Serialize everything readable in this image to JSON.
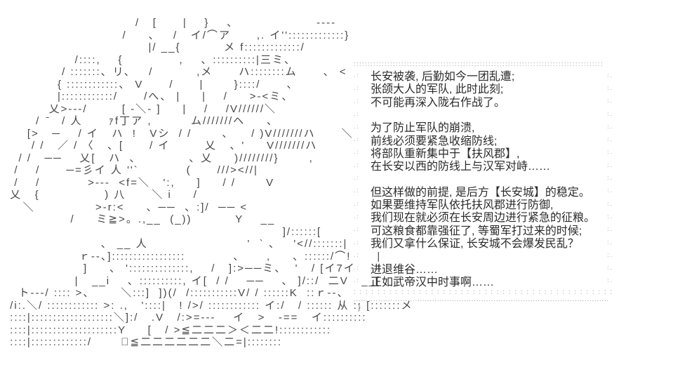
{
  "colors": {
    "background": "#ffffff",
    "ascii_art": "#474747",
    "dialogue_text": "#2b2b2b",
    "border_dots": "#8f8f8f"
  },
  "ascii_art": {
    "lines": [
      "                              /   [      |    }    、                  ----",
      "                           /     、   /   イ/⌒ア      ,. イ'':::::::::::::}",
      "                                 |/ __{          メ f:::::::::::::/",
      "                /::::,    {             ,    、::::::::::|三ミ、",
      "             / :::::::、リ、   /          ,メ      ハ::::::::ム      、 <",
      "            { ::::::::::::、 V      /      |       }::::/      、",
      "            |::::::::::::/      /へ、 |     |    /     >-<ミ、",
      "          乂>---/        [ -＼- ]     |    /    /V//////＼",
      "       /  ̄   / 人      ｧf丁ア ,         ム///////ヘ     、",
      "     [>   ─    / イ   ハ  !   Vシ  / /       、    / )V///////ハ      ＼",
      "      / /   ／ / 〈   、[      / イ        乂   、'     V///////ハ",
      "   / /   ──    乂[   ハ  、           、乂     )////////}       ,",
      "  /    /      ─=彡イ 人 ''`           (      ///><//|",
      "  /    /           >---  <f=＼   ':,     ]     / /       V",
      " 乂   {               ) 八      ＼ i     /",
      "    ＼              >-r:<     、──  、:]/  ── <",
      "               /     ミ≧>。.,__  (_))          Y    __",
      "                                                                ]/::::::[",
      "                      、 __ 人                       '  ` 、   '<//:::::::|",
      "                 ｒ--、]:::::::::::::::::           、     ,     、::::::/⌒!      |",
      "                  ]     、 '::::::::::::::,    /   ]:>──ミ、  '   / [イ7イ     !",
      "                |   __i    、::::::::::, イ[  / /    ──    、 ]/::/  二V   __[",
      "   ト---/ :::: >、      ＼:::]  ])(/  /:::::::::::V/ / ::::::K  ::ｒ--、",
      " /i:.＼/ :::::::::::: >: .,   '::::|   ! />/ :::::::::::: イ:/   / :::::: 从 :: [:::::::メ",
      " ::::|:::::::::::::::::::＼]:/   .V   /:>=---    イ   >   -==   イ::::::::::",
      " ::::|::::::::::::::::::::Y     [   / >≦二二二＞＜二二!::::::::::::",
      " ::::|:::::::::::::/       ゙≦二二二二二二＼二=|::::::::"
    ]
  },
  "dialogue_box": {
    "top_border": ":::::::::::::::::::::::::::::::::::::::::::::::::::::::::::::::::::::::::::::::::::::::::",
    "bottom_border_inner": ":::::::::::::::::::::::::::::::::::::::::::::",
    "bottom_border": "........................................................................................................",
    "left_mark": ". :",
    "right_mark": ": .",
    "tail": "}",
    "lines": [
      "长安被袭, 后勤如今一团乱遭;",
      "张颌大人的军队, 此时此刻;",
      "不可能再深入陇右作战了。",
      "",
      "为了防止军队的崩溃,",
      "前线必须要紧急收缩防线;",
      "将部队重新集中于【扶风郡】,",
      "在长安以西的防线上与汉军对峙……",
      "",
      "但这样做的前提, 是后方【长安城】的稳定。",
      "如果要维持军队依托扶风郡进行防御,",
      "我们现在就必须在长安周边进行紧急的征粮。",
      "可这粮食都靠强征了, 等蜀军打过来的时候;",
      "我们又拿什么保证, 长安城不会爆发民乱？",
      "",
      "进退维谷……",
      "正如武帝汉中时事啊……"
    ]
  }
}
